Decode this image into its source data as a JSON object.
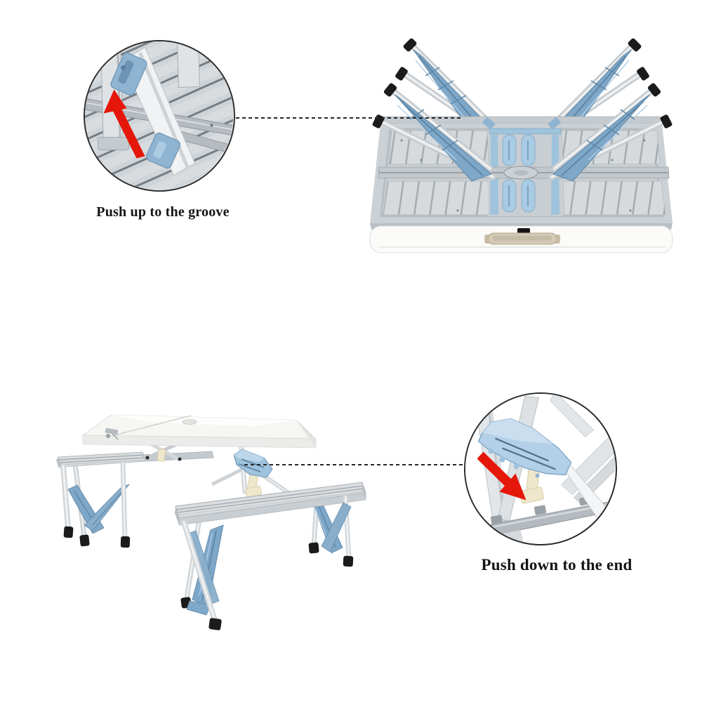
{
  "figure": {
    "type": "product-assembly-instruction-sheet",
    "background": "#ffffff",
    "product": "folding aluminum picnic table with bench seats"
  },
  "callouts": [
    {
      "id": "push-up",
      "caption": "Push up to the groove",
      "arrow_direction": "up",
      "links_to": "folded-table-photo"
    },
    {
      "id": "push-down",
      "caption": "Push down to the end",
      "arrow_direction": "down",
      "links_to": "assembled-table-photo"
    }
  ],
  "photos": [
    {
      "id": "folded-table-photo",
      "alt": "table folded flat, upside down, legs folded upward"
    },
    {
      "id": "assembled-table-photo",
      "alt": "table fully assembled with two attached benches"
    }
  ],
  "palette": {
    "arrow_red": "#e5170a",
    "plastic_blue": "#7fa7c7",
    "plastic_blue_light": "#b3d0e8",
    "plastic_blue_dark": "#5d87a8",
    "aluminum_light": "#e9ebed",
    "aluminum_mid": "#ccd1d5",
    "aluminum_dark": "#9aa1a6",
    "cap_black": "#1b1b1b",
    "latch_cream": "#efe7cb",
    "handle_tan": "#d3c9b4",
    "text_color": "#141414",
    "line_color": "#262626"
  }
}
